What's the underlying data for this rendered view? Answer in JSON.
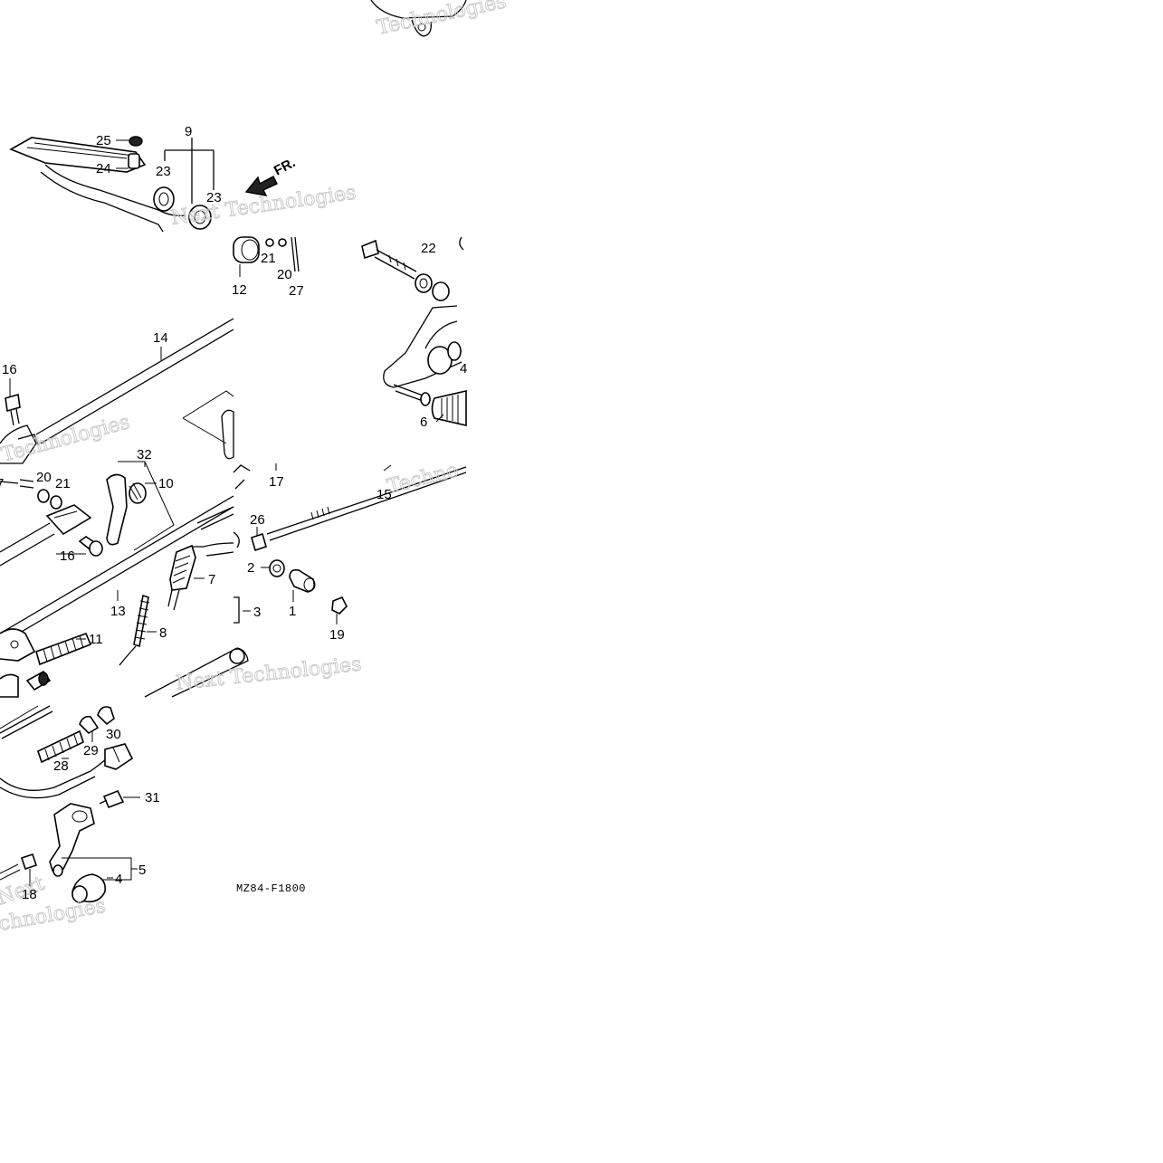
{
  "diagram": {
    "drawing_code": "MZ84-F1800",
    "direction_marker": "FR.",
    "watermarks": [
      "Technologies",
      "Next Technologies",
      "Next",
      "Techno",
      "chnologies"
    ],
    "labels": [
      "25",
      "24",
      "23",
      "9",
      "23",
      "21",
      "20",
      "27",
      "12",
      "22",
      "14",
      "16",
      "32",
      "10",
      "20",
      "21",
      "7",
      "16",
      "17",
      "15",
      "26",
      "2",
      "7",
      "13",
      "8",
      "3",
      "1",
      "19",
      "11",
      "30",
      "29",
      "28",
      "31",
      "5",
      "4",
      "18",
      "6",
      "4"
    ]
  }
}
